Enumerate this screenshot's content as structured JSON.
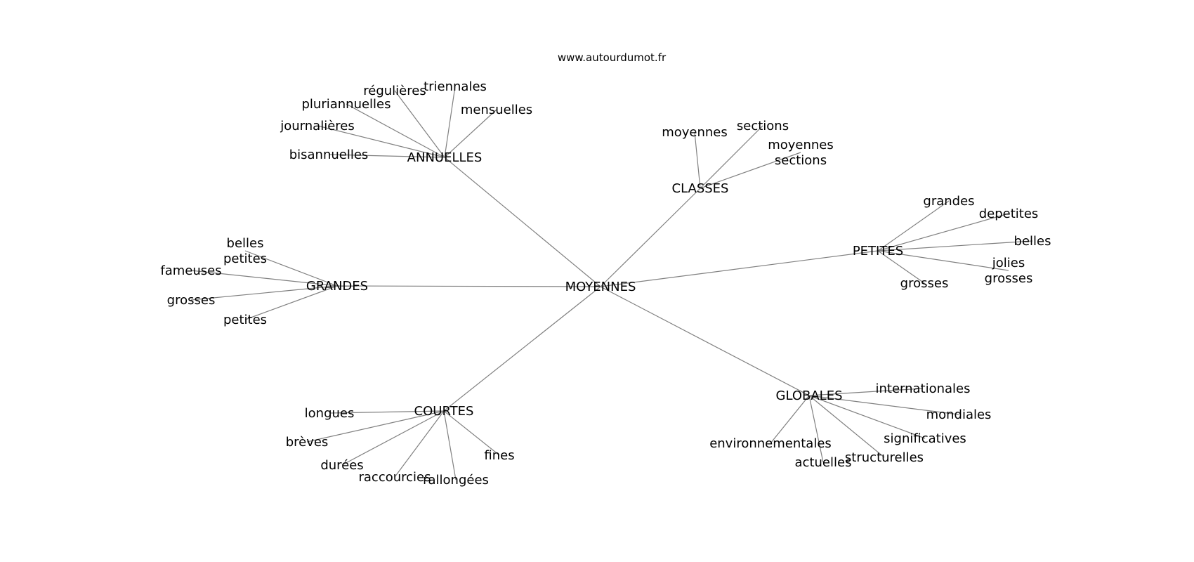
{
  "watermark": "www.autourdumot.fr",
  "colors": {
    "background": "#ffffff",
    "edge": "#808080",
    "text": "#000000"
  },
  "graph": {
    "center": "MOYENNES",
    "branches": [
      {
        "label": "ANNUELLES",
        "children": [
          "bisannuelles",
          "journalières",
          "pluriannuelles",
          "régulières",
          "triennales",
          "mensuelles"
        ]
      },
      {
        "label": "CLASSES",
        "children": [
          "moyennes",
          "sections",
          "moyennes\nsections"
        ]
      },
      {
        "label": "PETITES",
        "children": [
          "grandes",
          "depetites",
          "belles",
          "jolies\ngrosses",
          "grosses"
        ]
      },
      {
        "label": "GRANDES",
        "children": [
          "belles\npetites",
          "fameuses",
          "grosses",
          "petites"
        ]
      },
      {
        "label": "COURTES",
        "children": [
          "longues",
          "brèves",
          "durées",
          "raccourcies",
          "rallongées",
          "fines"
        ]
      },
      {
        "label": "GLOBALES",
        "children": [
          "internationales",
          "mondiales",
          "significatives",
          "structurelles",
          "actuelles",
          "environnementales"
        ]
      }
    ]
  }
}
